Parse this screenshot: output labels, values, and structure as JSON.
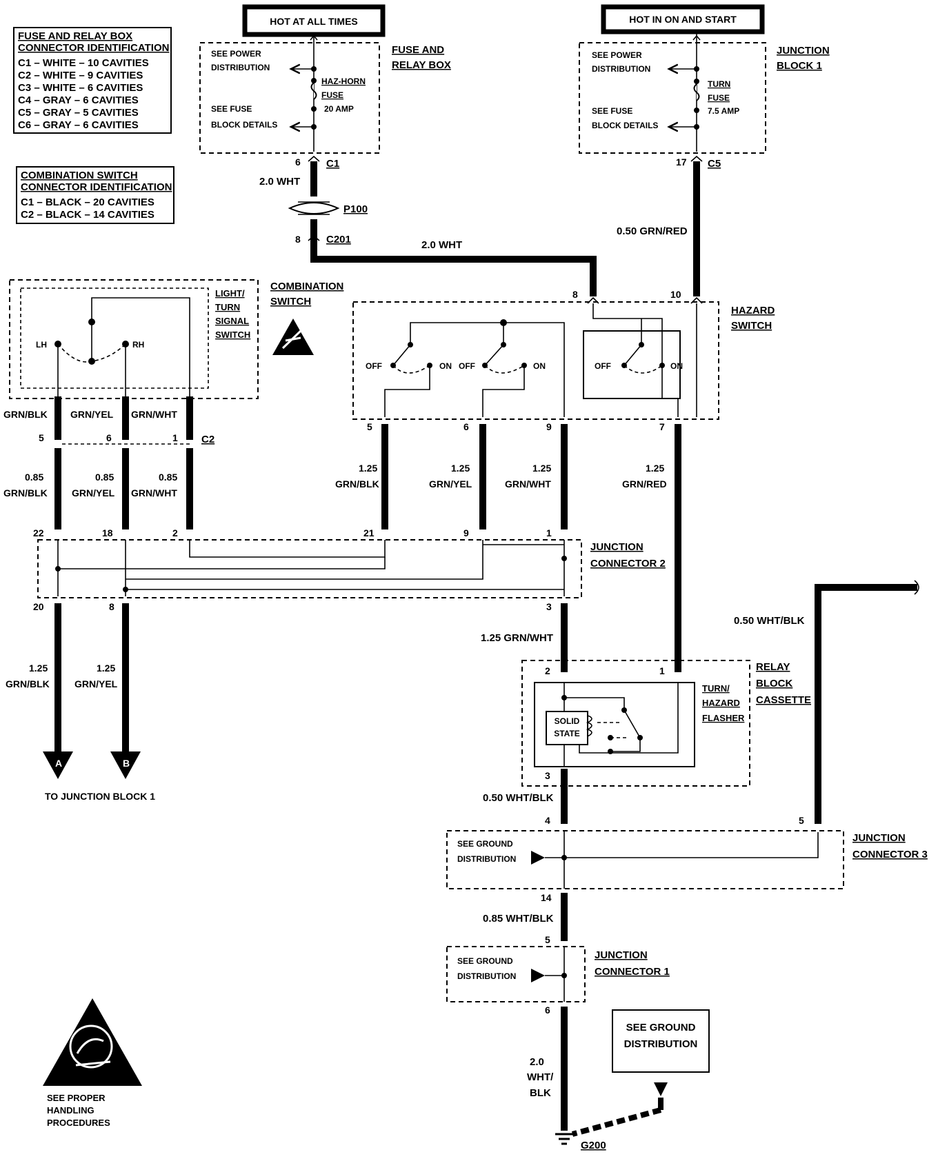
{
  "fuse_relay_id": {
    "title1": "FUSE AND RELAY BOX",
    "title2": "CONNECTOR IDENTIFICATION",
    "rows": [
      "C1 – WHITE – 10 CAVITIES",
      "C2 – WHITE – 9 CAVITIES",
      "C3 – WHITE – 6 CAVITIES",
      "C4 – GRAY – 6 CAVITIES",
      "C5 – GRAY – 5 CAVITIES",
      "C6 – GRAY – 6 CAVITIES"
    ]
  },
  "comb_switch_id": {
    "title1": "COMBINATION SWITCH",
    "title2": "CONNECTOR IDENTIFICATION",
    "rows": [
      "C1 – BLACK – 20 CAVITIES",
      "C2 – BLACK – 14 CAVITIES"
    ]
  },
  "hot_left": "HOT AT ALL TIMES",
  "hot_right": "HOT IN ON AND START",
  "fuse_box": {
    "title1": "FUSE AND",
    "title2": "RELAY BOX",
    "see_power1": "SEE POWER",
    "see_power2": "DISTRIBUTION",
    "fuse1": "HAZ-HORN",
    "fuse2": "FUSE",
    "fuse_amp": "20 AMP",
    "see_fuse1": "SEE FUSE",
    "see_fuse2": "BLOCK DETAILS",
    "pin": "6",
    "conn": "C1"
  },
  "junction_block1": {
    "title1": "JUNCTION",
    "title2": "BLOCK 1",
    "see_power1": "SEE POWER",
    "see_power2": "DISTRIBUTION",
    "fuse1": "TURN",
    "fuse2": "FUSE",
    "fuse_amp": "7.5 AMP",
    "see_fuse1": "SEE FUSE",
    "see_fuse2": "BLOCK DETAILS",
    "pin": "17",
    "conn": "C5"
  },
  "wires": {
    "w_c1": "2.0 WHT",
    "p100": "P100",
    "c201_pin": "8",
    "c201": "C201",
    "w_top": "2.0 WHT",
    "w_grnred": "0.50 GRN/RED",
    "w_jc2_out": "1.25 GRN/WHT",
    "w_relay_out": "0.50 WHT/BLK",
    "w_jc3_right": "0.50 WHT/BLK",
    "w_jc3_out": "0.85 WHT/BLK",
    "w_ground1": "2.0",
    "w_ground2": "WHT/",
    "w_ground3": "BLK"
  },
  "combination_switch": {
    "title1": "COMBINATION",
    "title2": "SWITCH",
    "sw1": "LIGHT/",
    "sw2": "TURN",
    "sw3": "SIGNAL",
    "sw4": "SWITCH",
    "lh": "LH",
    "rh": "RH",
    "c2": "C2",
    "wire_top": [
      "GRN/BLK",
      "GRN/YEL",
      "GRN/WHT"
    ],
    "pins": [
      "5",
      "6",
      "1"
    ],
    "gauges": [
      "0.85",
      "0.85",
      "0.85"
    ],
    "colors": [
      "GRN/BLK",
      "GRN/YEL",
      "GRN/WHT"
    ]
  },
  "hazard_switch": {
    "title1": "HAZARD",
    "title2": "SWITCH",
    "top_pins": [
      "8",
      "10"
    ],
    "off": "OFF",
    "on": "ON",
    "bottom_pins": [
      "5",
      "6",
      "9",
      "7"
    ],
    "gauges": [
      "1.25",
      "1.25",
      "1.25",
      "1.25"
    ],
    "colors": [
      "GRN/BLK",
      "GRN/YEL",
      "GRN/WHT",
      "GRN/RED"
    ]
  },
  "junction_connector2": {
    "title1": "JUNCTION",
    "title2": "CONNECTOR 2",
    "top_pins": [
      "22",
      "18",
      "2",
      "21",
      "9",
      "1"
    ],
    "bottom_pins": [
      "20",
      "8",
      "3"
    ]
  },
  "outputs": {
    "gauges": [
      "1.25",
      "1.25"
    ],
    "colors": [
      "GRN/BLK",
      "GRN/YEL"
    ],
    "labels": [
      "A",
      "B"
    ],
    "to": "TO JUNCTION BLOCK 1"
  },
  "relay": {
    "title1": "RELAY",
    "title2": "BLOCK",
    "title3": "CASSETTE",
    "flasher1": "TURN/",
    "flasher2": "HAZARD",
    "flasher3": "FLASHER",
    "solid1": "SOLID",
    "solid2": "STATE",
    "pins": [
      "2",
      "1",
      "3"
    ]
  },
  "junction_connector3": {
    "title1": "JUNCTION",
    "title2": "CONNECTOR 3",
    "see1": "SEE GROUND",
    "see2": "DISTRIBUTION",
    "pins": [
      "4",
      "5",
      "14"
    ]
  },
  "junction_connector1": {
    "title1": "JUNCTION",
    "title2": "CONNECTOR 1",
    "see1": "SEE GROUND",
    "see2": "DISTRIBUTION",
    "pins": [
      "5",
      "6"
    ]
  },
  "ground_box": {
    "line1": "SEE GROUND",
    "line2": "DISTRIBUTION"
  },
  "g200": "G200",
  "handling": {
    "line1": "SEE PROPER",
    "line2": "HANDLING",
    "line3": "PROCEDURES"
  }
}
